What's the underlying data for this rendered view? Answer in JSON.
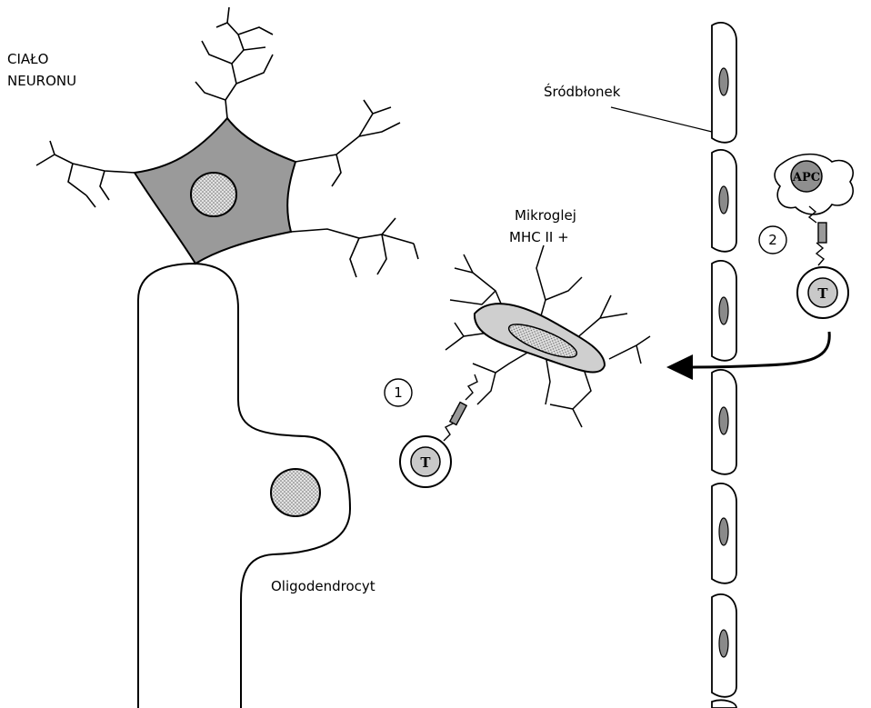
{
  "labels": {
    "neuron_line1": "CIAŁO",
    "neuron_line2": "NEURONU",
    "endothelium": "Śródbłonek",
    "microglia_line1": "Mikroglej",
    "microglia_line2": "MHC II +",
    "oligodendrocyte": "Oligodendrocyt"
  },
  "cells": {
    "apc": "APC",
    "t_cell": "T"
  },
  "markers": {
    "one": "1",
    "two": "2"
  },
  "colors": {
    "neuron_body": "#9a9a9a",
    "nucleus": "#d8d8d8",
    "endothelial_nucleus": "#8a8a8a",
    "microglia_body": "#cfcfcf",
    "apc_fill": "#8f8f8f",
    "tcell_inner": "#c9c9c9"
  }
}
